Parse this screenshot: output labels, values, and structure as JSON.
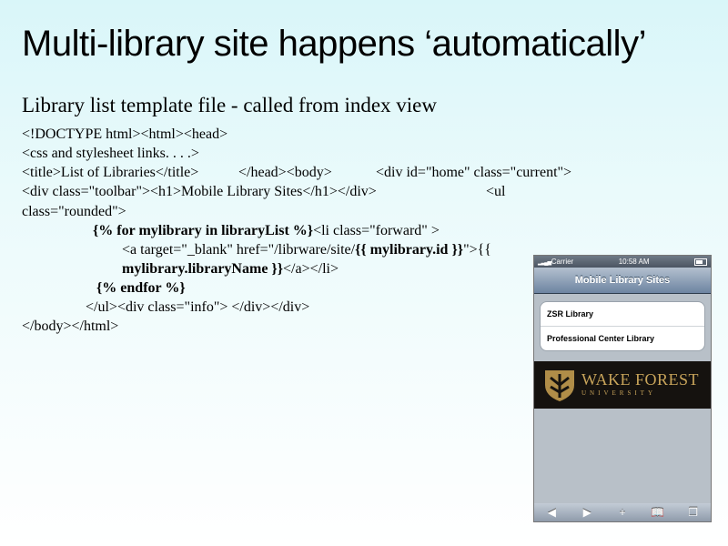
{
  "slide": {
    "title": "Multi-library site happens ‘automatically’",
    "subtitle": "Library list template file - called from index view"
  },
  "code": {
    "line1": "<!DOCTYPE html><html><head>",
    "line2": "<css and stylesheet links. . . .>",
    "line3a": "<title>List of Libraries</title>",
    "line3b": "</head><body>",
    "line3c": "<div id=\"home\" class=\"current\">",
    "line4a": "<div class=\"toolbar\"><h1>Mobile Library Sites</h1></div>",
    "line4b": "<ul",
    "line5": "class=\"rounded\">",
    "line6a": "{% for mylibrary in libraryList %}",
    "line6b": "<li class=\"forward\" >",
    "line7a": "<a target=\"_blank\" href=\"/librware/site/",
    "line7b": "{{ mylibrary.id }}",
    "line7c": "\">{{",
    "line8a": "mylibrary.libraryName }}",
    "line8b": "</a></li>",
    "line9": "{% endfor %}",
    "line10": "</ul><div class=\"info\"> </div></div>",
    "line11": "</body></html>"
  },
  "phone": {
    "carrier": "Carrier",
    "time": "10:58 AM",
    "toolbar_title": "Mobile Library Sites",
    "libraries": [
      {
        "label": "ZSR Library"
      },
      {
        "label": "Professional Center Library"
      }
    ],
    "banner": {
      "name": "WAKE FOREST",
      "sub": "UNIVERSITY"
    },
    "bottom_icons": [
      "back-icon",
      "forward-icon",
      "add-icon",
      "bookmarks-icon",
      "pages-icon"
    ]
  }
}
